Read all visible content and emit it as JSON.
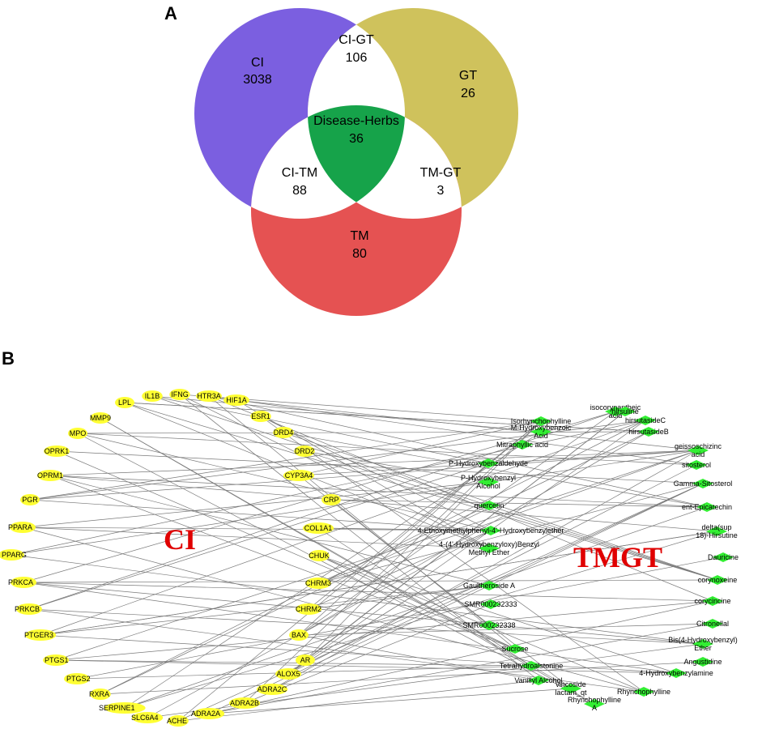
{
  "panels": {
    "a": "A",
    "b": "B"
  },
  "colors": {
    "ci": "#7b5fe0",
    "gt": "#cfc25c",
    "tm": "#e55252",
    "core": "#16a34a",
    "gene_node": "#ffff33",
    "compound_node": "#33ee33",
    "edge": "#7a7a7a",
    "group_label": "#e00000"
  },
  "venn": {
    "regions": [
      {
        "name": "CI",
        "value": "3038"
      },
      {
        "name": "CI-GT",
        "value": "106"
      },
      {
        "name": "GT",
        "value": "26"
      },
      {
        "name": "Disease-Herbs",
        "value": "36"
      },
      {
        "name": "CI-TM",
        "value": "88"
      },
      {
        "name": "TM-GT",
        "value": "3"
      },
      {
        "name": "TM",
        "value": "80"
      }
    ]
  },
  "network": {
    "groups": [
      "CI",
      "TMGT"
    ],
    "genes": [
      "IL1B",
      "IFNG",
      "HTR3A",
      "HIF1A",
      "LPL",
      "MMP9",
      "ESR1",
      "DRD4",
      "MPO",
      "DRD2",
      "OPRK1",
      "CYP3A4",
      "OPRM1",
      "PGR",
      "CRP",
      "PPARA",
      "COL1A1",
      "PPARG",
      "CHUK",
      "PRKCA",
      "CHRM3",
      "PRKCB",
      "CHRM2",
      "PTGER3",
      "BAX",
      "PTGS1",
      "AR",
      "PTGS2",
      "ALOX5",
      "ADRA2C",
      "RXRA",
      "ADRA2B",
      "SERPINE1",
      "SLC6A4",
      "ADRA2A",
      "ACHE"
    ],
    "compounds": [
      "isocorynantheic acid",
      "hirsuline",
      "Isorhynchophylline",
      "M-Hydroxybenzoic Acid",
      "hirsutasideC",
      "hirsutasideB",
      "Mitraphyllic acid",
      "geissoschizinc acid",
      "P-Hydroxybenzaldehyde",
      "sitosterol",
      "P-Hydroxybenzyl Alcohol",
      "Gamma-Sitosterol",
      "quercetin",
      "ent-Epicatechin",
      "4-Ethoxymethylphenyl-4'-Hydroxybenzylether",
      "delta(sup 18)-Hirsutine",
      "4-(4'-Hydroxybenzyloxy)Benzyl Methyl Ether",
      "Dauricine",
      "corynoxeine",
      "Gaultheroside A",
      "SMR000232333",
      "corycincine",
      "SMR000232338",
      "Citronellal",
      "Bis(4-Hydroxybenzyl) Ether",
      "Sucrose",
      "Angustidine",
      "Tetrahydroalstonine",
      "4-Hydroxybenzylamine",
      "Vanillyl Alcohol",
      "vincoside lactam_qt",
      "Rhynchophylline",
      "Rhynchophylline A"
    ]
  }
}
